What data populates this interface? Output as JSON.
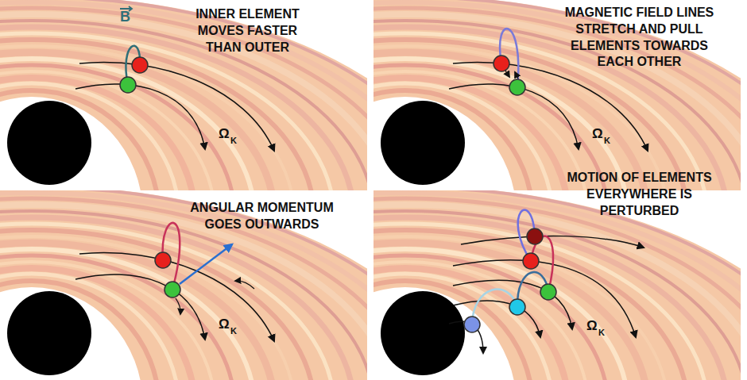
{
  "diagram": {
    "labels": [
      "B",
      "INNER ELEMENT MOVES FASTER THAN OUTER",
      "Ω",
      "K",
      "MAGNETIC FIELD LINES STRETCH AND PULL ELEMENTS TOWARDS EACH OTHER",
      "Ω",
      "K",
      "ANGULAR MOMENTUM GOES OUTWARDS",
      "Ω",
      "K",
      "MOTION OF ELEMENTS EVERYWHERE IS PERTURBED",
      "Ω",
      "K"
    ]
  }
}
